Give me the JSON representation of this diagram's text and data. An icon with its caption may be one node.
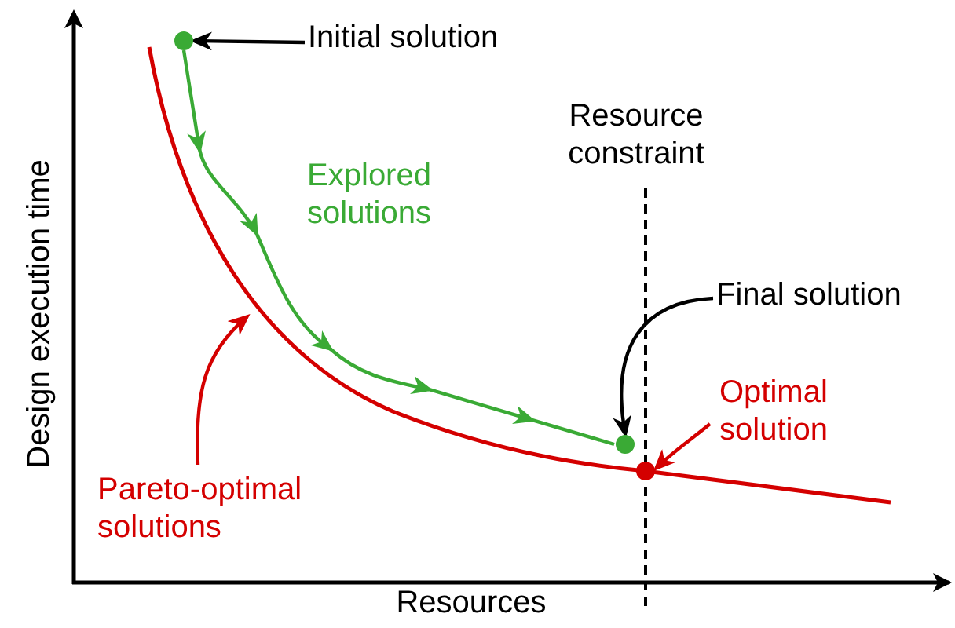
{
  "diagram": {
    "nodes": [
      {
        "text": [
          "Initial solution"
        ]
      },
      {
        "text": [],
        "shape": "circle"
      },
      {
        "text": [
          "Pareto-optimal solutions"
        ]
      },
      {
        "text": [
          "Final solution"
        ]
      },
      {
        "text": [],
        "shape": "circle"
      },
      {
        "text": [
          "Optimal solution"
        ]
      },
      {
        "text": [],
        "shape": "circle"
      }
    ],
    "edges": [
      {
        "from": 0,
        "to": 1,
        "arrow": "to"
      },
      {
        "from": 1,
        "to": 4,
        "arrow": "to",
        "color": "#3aaa35"
      },
      {
        "from": 2,
        "to": null,
        "arrow": "to",
        "color": "#d40000"
      },
      {
        "from": 3,
        "to": 4,
        "arrow": "to"
      },
      {
        "from": 5,
        "to": 6,
        "arrow": "to",
        "color": "#d40000"
      }
    ],
    "labels": [
      "Explored solutions",
      "Resource constraint",
      "Design execution time",
      "Resources"
    ]
  }
}
